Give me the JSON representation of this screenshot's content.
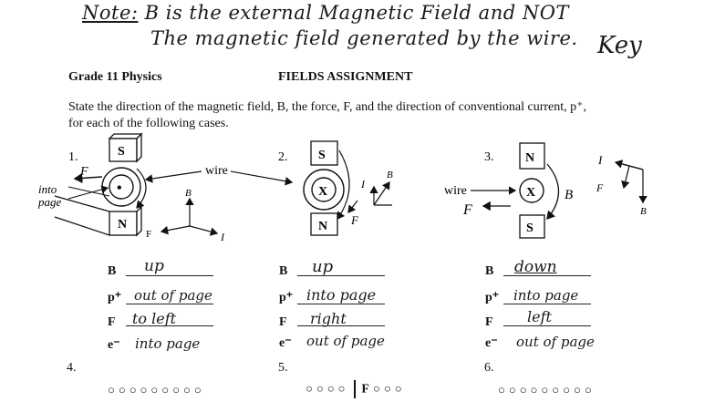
{
  "note": {
    "prefix": "Note:",
    "line1": "B is the external Magnetic Field and NOT",
    "line2": "The magnetic field generated by the wire.",
    "key": "Key"
  },
  "header": {
    "course": "Grade 11 Physics",
    "title": "FIELDS ASSIGNMENT"
  },
  "instructions": {
    "line1": "State the direction of the magnetic field, B, the force, F, and the direction of conventional current, p⁺,",
    "line2": "for each of the following cases."
  },
  "diagrams": [
    {
      "number": "1.",
      "top_pole": "S",
      "bottom_pole": "N",
      "wire_symbol": "•",
      "hand_labels": {
        "f": "F",
        "into_page": "into\npage"
      },
      "axes": {
        "b": "B",
        "f": "F",
        "i": "I"
      }
    },
    {
      "number": "2.",
      "top_pole": "S",
      "bottom_pole": "N",
      "wire_symbol": "X",
      "hand_labels": {
        "i": "I",
        "b": "B",
        "f": "F"
      }
    },
    {
      "number": "3.",
      "top_pole": "N",
      "bottom_pole": "S",
      "wire_symbol": "X",
      "hand_labels": {
        "b": "B",
        "f": "F",
        "axis_i": "I",
        "axis_f": "F",
        "axis_b": "B"
      }
    }
  ],
  "wire_label": "wire",
  "answers": [
    {
      "b_label": "B",
      "b": "up",
      "p_label": "p⁺",
      "p": "out of page",
      "f_label": "F",
      "f": "to left",
      "e_label": "e⁻",
      "e": "into page"
    },
    {
      "b_label": "B",
      "b": "up",
      "p_label": "p⁺",
      "p": "into page",
      "f_label": "F",
      "f": "right",
      "e_label": "e⁻",
      "e": "out of page"
    },
    {
      "b_label": "B",
      "b": "down",
      "p_label": "p⁺",
      "p": "into page",
      "f_label": "F",
      "f": "left",
      "e_label": "e⁻",
      "e": "out of page"
    }
  ],
  "next_cases": [
    {
      "number": "4.",
      "dots": "○○○○○○○○○"
    },
    {
      "number": "5.",
      "dots": "○○○○",
      "f_label": "F",
      "dots_after": "○○○"
    },
    {
      "number": "6.",
      "dots": "○○○○○○○○○"
    }
  ]
}
